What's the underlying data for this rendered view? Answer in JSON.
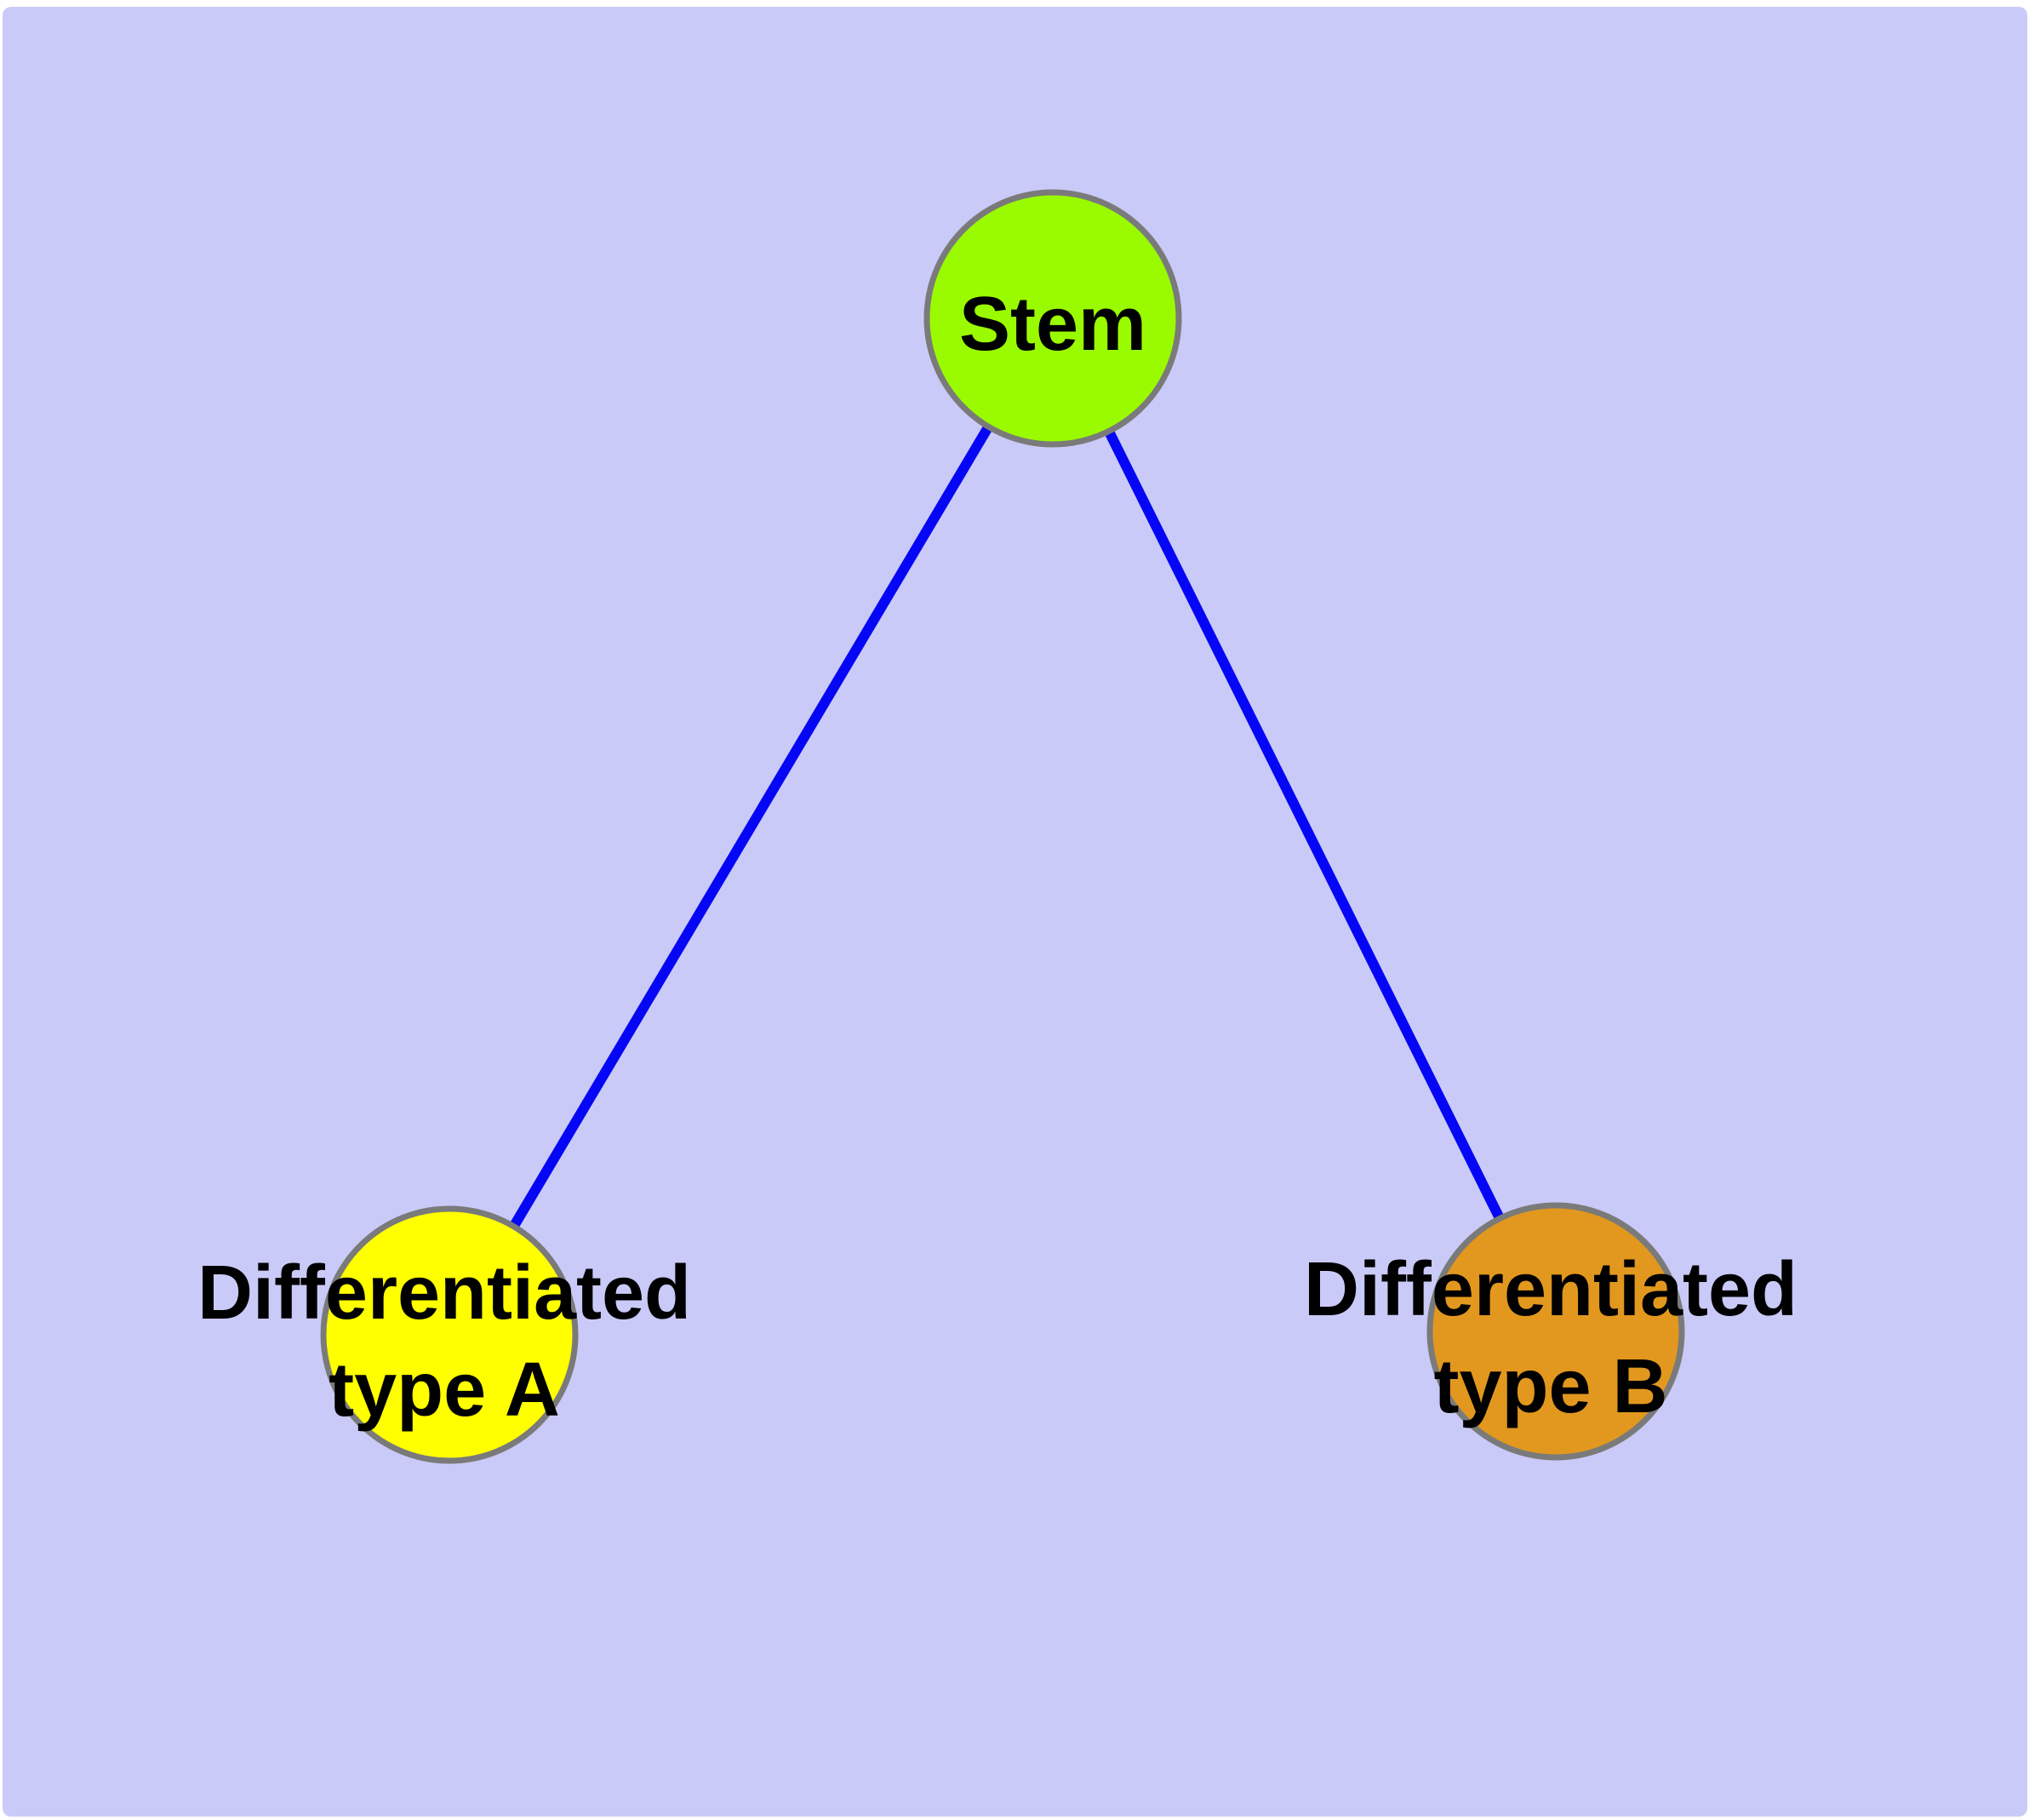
{
  "diagram": {
    "type": "node-link-graph",
    "description_visible_elements": "three circular nodes connected by two straight edges",
    "colors": {
      "page_frame": "#ffffff",
      "canvas_background": "#cacaf8",
      "edge": "#0606f6",
      "node_border": "#7a7a7a",
      "label_text": "#000000"
    },
    "nodes": {
      "stem": {
        "label": "Stem",
        "fill": "#9afb00"
      },
      "typeA": {
        "label_line1": "Differentiated",
        "label_line2": "type A",
        "full_label": "Differentiated type A",
        "fill": "#ffff00"
      },
      "typeB": {
        "label_line1": "Differentiated",
        "label_line2": "type B",
        "full_label": "Differentiated type B",
        "fill": "#e2981e"
      }
    },
    "edges": [
      {
        "from": "Stem",
        "to": "Differentiated type A"
      },
      {
        "from": "Stem",
        "to": "Differentiated type B"
      }
    ]
  }
}
